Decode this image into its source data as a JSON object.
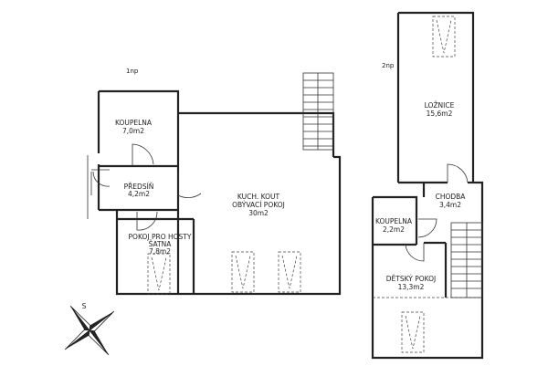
{
  "floors": {
    "ground": {
      "label": "1np",
      "rooms": [
        {
          "id": "koupelna",
          "lines": [
            "KOUPELNA",
            "7,0m2"
          ]
        },
        {
          "id": "predsin",
          "lines": [
            "PŘEDSÍŇ",
            "4,2m2"
          ]
        },
        {
          "id": "pokoj-pro-hosty",
          "lines": [
            "POKOJ PRO HOSTY",
            "ŠATNA",
            "7,8m2"
          ]
        },
        {
          "id": "kuch-kout",
          "lines": [
            "KUCH. KOUT",
            "OBÝVACÍ POKOJ",
            "30m2"
          ]
        }
      ]
    },
    "upper": {
      "label": "2np",
      "rooms": [
        {
          "id": "loznice",
          "lines": [
            "LOŽNICE",
            "15,6m2"
          ]
        },
        {
          "id": "chodba",
          "lines": [
            "CHODBA",
            "3,4m2"
          ]
        },
        {
          "id": "koupelna-2",
          "lines": [
            "KOUPELNA",
            "2,2m2"
          ]
        },
        {
          "id": "detsky-pokoj",
          "lines": [
            "DĚTSKÝ POKOJ",
            "13,3m2"
          ]
        }
      ]
    }
  },
  "compass": {
    "label": "S",
    "icon": "compass-rose-icon"
  }
}
